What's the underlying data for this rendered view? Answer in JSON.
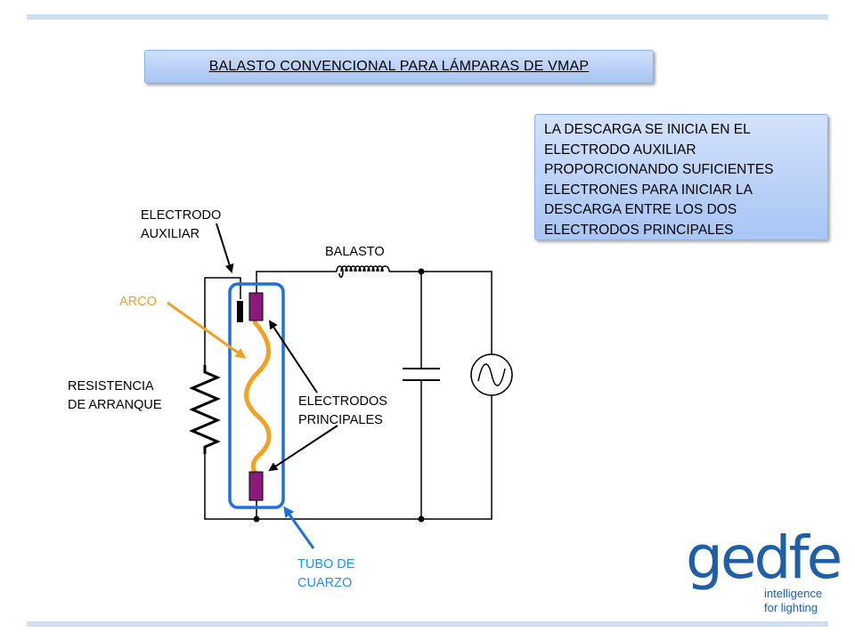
{
  "title": "BALASTO CONVENCIONAL PARA LÁMPARAS DE VMAP",
  "note": {
    "lines": [
      "LA DESCARGA SE INICIA EN EL",
      "ELECTRODO AUXILIAR",
      "PROPORCIONANDO SUFICIENTES",
      "ELECTRONES PARA INICIAR LA",
      "DESCARGA ENTRE LOS DOS",
      "ELECTRODOS PRINCIPALES"
    ]
  },
  "labels": {
    "electrodo_auxiliar": [
      "ELECTRODO",
      "AUXILIAR"
    ],
    "balasto": "BALASTO",
    "arco": "ARCO",
    "resistencia": [
      "RESISTENCIA",
      "DE ARRANQUE"
    ],
    "electrodos_principales": [
      "ELECTRODOS",
      "PRINCIPALES"
    ],
    "tubo": [
      "TUBO DE",
      "CUARZO"
    ]
  },
  "logo": {
    "wordmark": "gedfe",
    "tagline": [
      "intelligence",
      "for lighting"
    ]
  },
  "colors": {
    "accent_bar": "#cfe0f3",
    "arc": "#f4a020",
    "tube": "#1e6fe0",
    "electrode": "#8b1a7a",
    "logo": "#1d5fa8"
  }
}
